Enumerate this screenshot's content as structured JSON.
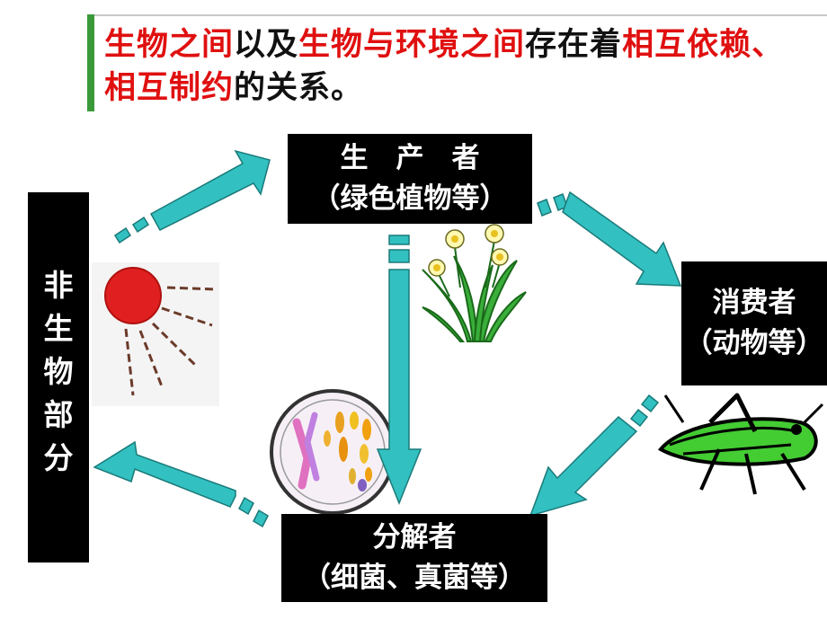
{
  "title": {
    "segments": [
      {
        "text": "生物之间",
        "hl": true
      },
      {
        "text": "以及",
        "hl": false
      },
      {
        "text": "生物与环境之间",
        "hl": true
      },
      {
        "text": "存在着",
        "hl": false
      },
      {
        "text": "相互依赖、相互制约",
        "hl": true
      },
      {
        "text": "的关系。",
        "hl": false
      }
    ]
  },
  "producer": {
    "line1": "生　产　者",
    "line2": "（绿色植物等）"
  },
  "consumer": {
    "line1": "消费者",
    "line2": "（动物等）"
  },
  "decomposer": {
    "line1": "分解者",
    "line2": "（细菌、真菌等）"
  },
  "abiotic": {
    "chars": [
      "非",
      "生",
      "物",
      "部",
      "分"
    ]
  },
  "colors": {
    "arrow": "#33c0c0",
    "highlight": "#e01010",
    "sun": "#e02020",
    "title_bar": "#3a9a3a"
  }
}
